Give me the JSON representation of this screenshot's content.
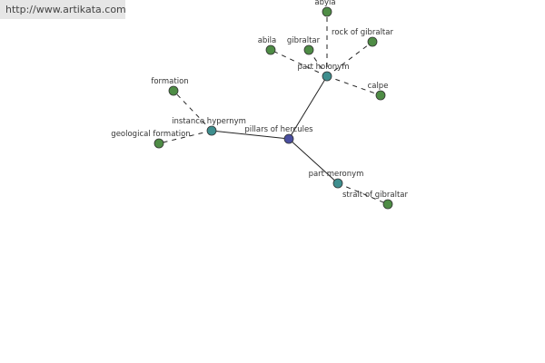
{
  "header": {
    "url": "http://www.artikata.com"
  },
  "colors": {
    "center": "#4a4fa0",
    "relation": "#3e8e8e",
    "leaf": "#4e8c45"
  },
  "diagram": {
    "center": "pillars of hercules",
    "relations": {
      "holonym": "part holonym",
      "hypernym": "instance hypernym",
      "meronym": "part meronym"
    },
    "leaves": {
      "abyla": "abyla",
      "abila": "abila",
      "gibraltar": "gibraltar",
      "rock_of_gibraltar": "rock of gibraltar",
      "calpe": "calpe",
      "formation": "formation",
      "geological_formation": "geological formation",
      "strait_of_gibraltar": "strait of gibraltar"
    }
  }
}
